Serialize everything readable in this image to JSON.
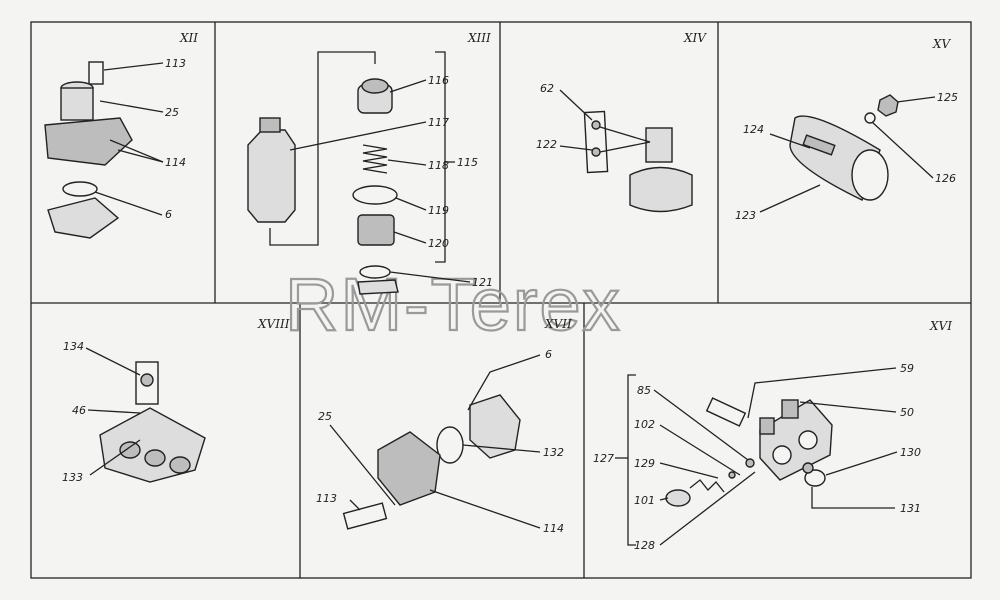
{
  "watermark": "RM-Terex",
  "panels": [
    {
      "id": "XII",
      "title": "XII",
      "callouts": [
        "113",
        "25",
        "114",
        "6"
      ]
    },
    {
      "id": "XIII",
      "title": "XIII",
      "callouts": [
        "116",
        "117",
        "118",
        "119",
        "120",
        "121",
        "115"
      ]
    },
    {
      "id": "XIV",
      "title": "XIV",
      "callouts": [
        "62",
        "122"
      ]
    },
    {
      "id": "XV",
      "title": "XV",
      "callouts": [
        "125",
        "124",
        "126",
        "123"
      ]
    },
    {
      "id": "XVIII",
      "title": "XVIII",
      "callouts": [
        "134",
        "46",
        "133"
      ]
    },
    {
      "id": "XVII",
      "title": "XVII",
      "callouts": [
        "6",
        "25",
        "132",
        "113",
        "114"
      ]
    },
    {
      "id": "XVI",
      "title": "XVI",
      "callouts": [
        "59",
        "85",
        "50",
        "102",
        "127",
        "129",
        "130",
        "101",
        "131",
        "128"
      ]
    }
  ]
}
